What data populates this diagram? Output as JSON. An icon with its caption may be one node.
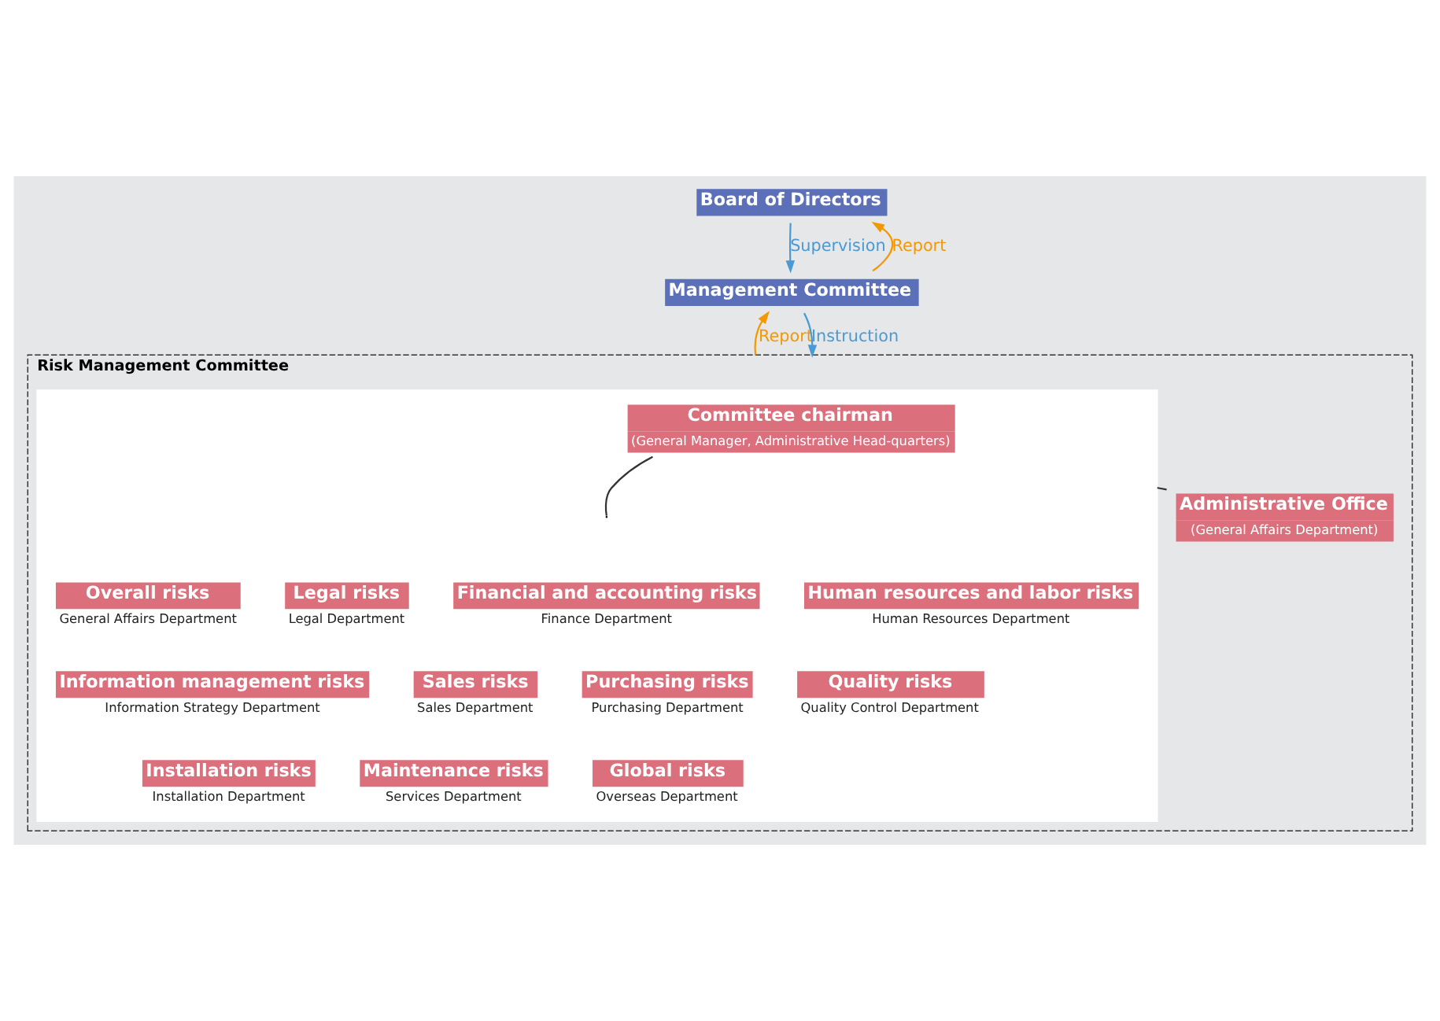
{
  "diagram": {
    "nodes": [
      {
        "text": [
          "Board of Directors"
        ]
      },
      {
        "text": [
          "Management Committee"
        ]
      },
      {
        "text": [
          "Risk Management Committee"
        ]
      },
      {
        "text": [],
        "shape": "box",
        "in": 2
      },
      {
        "text": [
          "Committee chairman",
          "(General Manager, Administrative Head-quarters)"
        ],
        "in": 3
      },
      {
        "text": [
          "Overall risks"
        ],
        "beside": [
          "General Affairs Department"
        ],
        "in": 3
      },
      {
        "text": [
          "Legal risks"
        ],
        "beside": [
          "Legal Department"
        ],
        "in": 3
      },
      {
        "text": [
          "Financial and accounting risks"
        ],
        "beside": [
          "Finance Department"
        ],
        "in": 3
      },
      {
        "text": [
          "Human resources and labor risks"
        ],
        "beside": [
          "Human Resources Department"
        ],
        "in": 3
      },
      {
        "text": [
          "Information management risks"
        ],
        "beside": [
          "Information Strategy Department"
        ],
        "in": 3
      },
      {
        "text": [
          "Sales risks"
        ],
        "beside": [
          "Sales Department"
        ],
        "in": 3
      },
      {
        "text": [
          "Purchasing risks"
        ],
        "beside": [
          "Purchasing Department"
        ],
        "in": 3
      },
      {
        "text": [
          "Quality risks"
        ],
        "beside": [
          "Quality Control Department"
        ],
        "in": 3
      },
      {
        "text": [
          "Installation risks"
        ],
        "beside": [
          "Installation Department"
        ],
        "in": 3
      },
      {
        "text": [
          "Maintenance risks"
        ],
        "beside": [
          "Services Department"
        ],
        "in": 3
      },
      {
        "text": [
          "Global risks"
        ],
        "beside": [
          "Overseas Department"
        ],
        "in": 3
      },
      {
        "text": [
          "Administrative Office",
          "(General Affairs Department)"
        ],
        "in": 2
      }
    ],
    "edges": [
      {
        "from": 1,
        "to": 0,
        "arrow": "to",
        "label": "Report",
        "color": "#f39800"
      },
      {
        "from": 0,
        "to": 1,
        "arrow": "to",
        "label": "Supervision",
        "color": "#4a9ad4"
      },
      {
        "from": 2,
        "to": 1,
        "arrow": "to",
        "label": "Report",
        "color": "#f39800"
      },
      {
        "from": 1,
        "to": 2,
        "arrow": "to",
        "label": "Instruction",
        "color": "#4a9ad4"
      },
      {
        "from": 4,
        "to": null,
        "arrow": "none",
        "color": "#333333"
      },
      {
        "from": 16,
        "to": 3,
        "arrow": "none",
        "color": "#333333"
      }
    ]
  }
}
